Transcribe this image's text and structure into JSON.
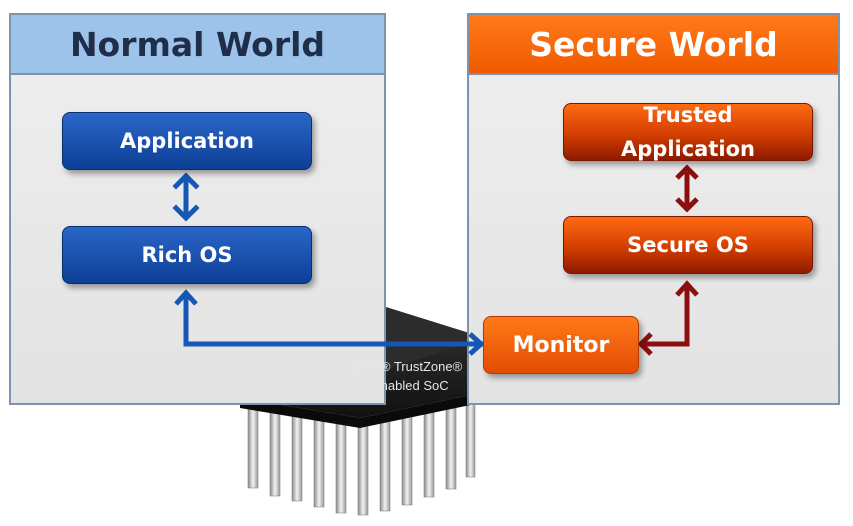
{
  "normal_world": {
    "title": "Normal World",
    "application": "Application",
    "rich_os": "Rich OS"
  },
  "secure_world": {
    "title": "Secure World",
    "trusted_application_line1": "Trusted",
    "trusted_application_line2": "Application",
    "secure_os": "Secure OS",
    "monitor": "Monitor"
  },
  "chip": {
    "line1": "ARM® TrustZone®",
    "line2": "Enabled SoC"
  },
  "colors": {
    "normal_header": "#9ec3ea",
    "normal_box": "#0d3f96",
    "secure_header": "#f05a00",
    "secure_box": "#e24c00",
    "blue_arrow": "#1557b5",
    "red_arrow": "#8b0f0f"
  }
}
